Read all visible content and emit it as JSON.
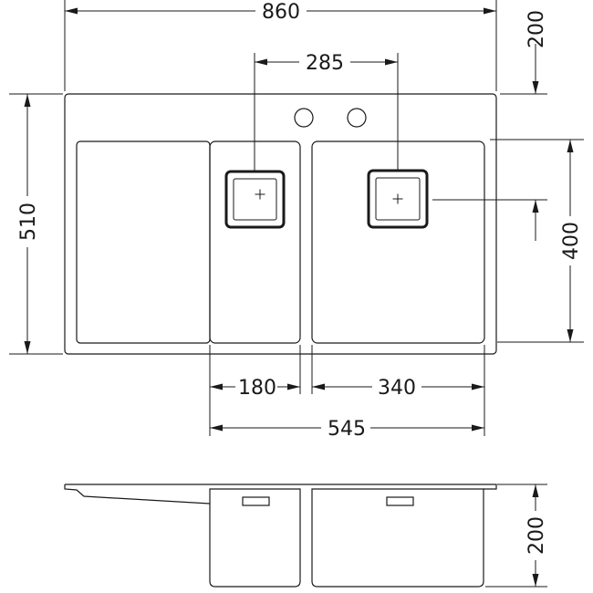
{
  "dimensions": {
    "overall_width": "860",
    "overall_depth": "510",
    "tap_hole_offset": "200",
    "drain_spacing": "285",
    "bowl_depth": "400",
    "small_bowl_width": "180",
    "large_bowl_width": "340",
    "bowls_total_width": "545",
    "bowl_height": "200"
  }
}
